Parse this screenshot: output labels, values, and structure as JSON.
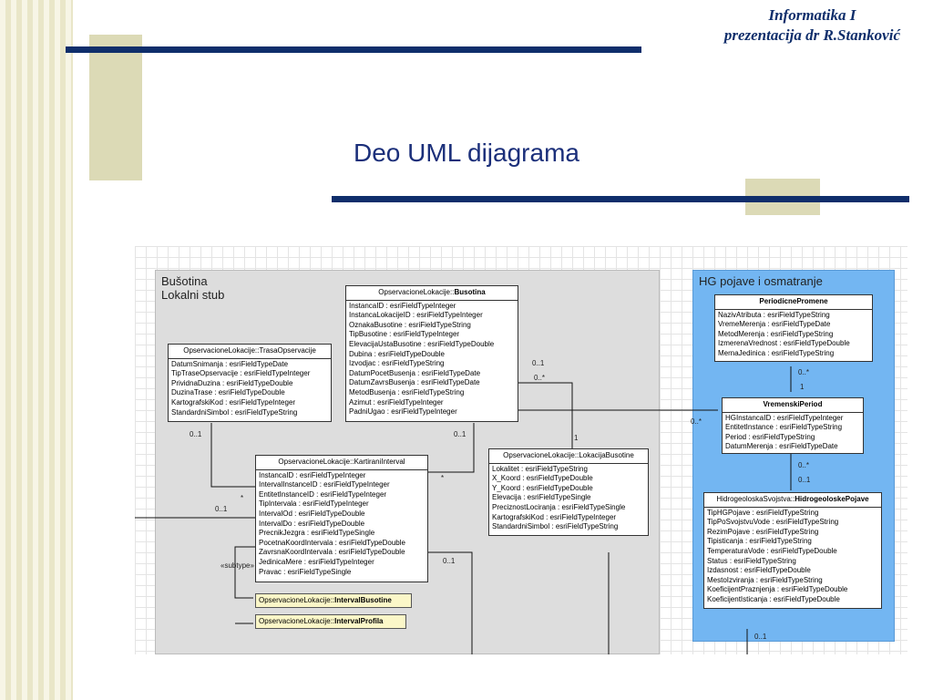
{
  "header": {
    "line1": "Informatika I",
    "line2": "prezentacija dr R.Stanković"
  },
  "title": "Deo UML dijagrama",
  "diagram": {
    "pkg_left_label": "Bušotina\nLokalni stub",
    "pkg_right_label": "HG pojave i osmatranje",
    "classes": {
      "busotina": {
        "prefix": "OpservacioneLokacije::",
        "name": "Busotina",
        "attrs": [
          "InstancaID : esriFieldTypeInteger",
          "InstancaLokacijeID : esriFieldTypeInteger",
          "OznakaBusotine : esriFieldTypeString",
          "TipBusotine : esriFieldTypeInteger",
          "ElevacijaUstaBusotine : esriFieldTypeDouble",
          "Dubina : esriFieldTypeDouble",
          "Izvodjac : esriFieldTypeString",
          "DatumPocetBusenja : esriFieldTypeDate",
          "DatumZavrsBusenja : esriFieldTypeDate",
          "MetodBusenja : esriFieldTypeString",
          "Azimut : esriFieldTypeInteger",
          "PadniUgao : esriFieldTypeInteger"
        ]
      },
      "trasa": {
        "prefix": "OpservacioneLokacije::",
        "name": "TrasaOpservacije",
        "attrs": [
          "DatumSnimanja : esriFieldTypeDate",
          "TipTraseOpservacije : esriFieldTypeInteger",
          "PrividnaDuzina : esriFieldTypeDouble",
          "DuzinaTrase : esriFieldTypeDouble",
          "KartografskiKod : esriFieldTypeInteger",
          "StandardniSimbol : esriFieldTypeString"
        ]
      },
      "kartirani": {
        "prefix": "OpservacioneLokacije::",
        "name": "KartiraniInterval",
        "attrs": [
          "InstancaID : esriFieldTypeInteger",
          "IntervalInstanceID : esriFieldTypeInteger",
          "EntitetInstanceID : esriFieldTypeInteger",
          "TipIntervala : esriFieldTypeInteger",
          "IntervalOd : esriFieldTypeDouble",
          "IntervalDo : esriFieldTypeDouble",
          "PrecnikJezgra : esriFieldTypeSingle",
          "PocetnaKoordIntervala : esriFieldTypeDouble",
          "ZavrsnaKoordIntervala : esriFieldTypeDouble",
          "JedinicaMere : esriFieldTypeInteger",
          "Pravac : esriFieldTypeSingle"
        ]
      },
      "lokacija": {
        "prefix": "OpservacioneLokacije::",
        "name": "LokacijaBusotine",
        "attrs": [
          "Lokalitet : esriFieldTypeString",
          "X_Koord : esriFieldTypeDouble",
          "Y_Koord : esriFieldTypeDouble",
          "Elevacija : esriFieldTypeSingle",
          "PreciznostLociranja : esriFieldTypeSingle",
          "KartografskiKod : esriFieldTypeInteger",
          "StandardniSimbol : esriFieldTypeString"
        ]
      },
      "intervalBusotine": {
        "prefix": "OpservacioneLokacije::",
        "name": "IntervalBusotine"
      },
      "intervalProfila": {
        "prefix": "OpservacioneLokacije::",
        "name": "IntervalProfila"
      },
      "periodicne": {
        "name": "PeriodicnePromene",
        "attrs": [
          "NazivAtributa : esriFieldTypeString",
          "VremeMerenja : esriFieldTypeDate",
          "MetodMerenja : esriFieldTypeString",
          "IzmerenaVrednost : esriFieldTypeDouble",
          "MernaJedinica : esriFieldTypeString"
        ]
      },
      "vremenski": {
        "name": "VremenskiPeriod",
        "attrs": [
          "HGInstancaID : esriFieldTypeInteger",
          "EntitetInstance : esriFieldTypeString",
          "Period : esriFieldTypeString",
          "DatumMerenja : esriFieldTypeDate"
        ]
      },
      "hidro": {
        "prefix": "HidrogeoloskaSvojstva::",
        "name": "HidrogeoloskePojave",
        "attrs": [
          "TipHGPojave : esriFieldTypeString",
          "TipPoSvojstvuVode : esriFieldTypeString",
          "RezimPojave : esriFieldTypeString",
          "Tipisticanja : esriFieldTypeString",
          "TemperaturaVode : esriFieldTypeDouble",
          "Status : esriFieldTypeString",
          "Izdasnost : esriFieldTypeDouble",
          "MestoIzviranja : esriFieldTypeString",
          "KoeficijentPraznjenja : esriFieldTypeDouble",
          "KoeficijentIsticanja : esriFieldTypeDouble"
        ]
      }
    },
    "multiplicities": {
      "m01": "0..1",
      "m_star": "*",
      "m_0star": "0..*",
      "m1": "1",
      "subtype": "«subtype»"
    }
  }
}
